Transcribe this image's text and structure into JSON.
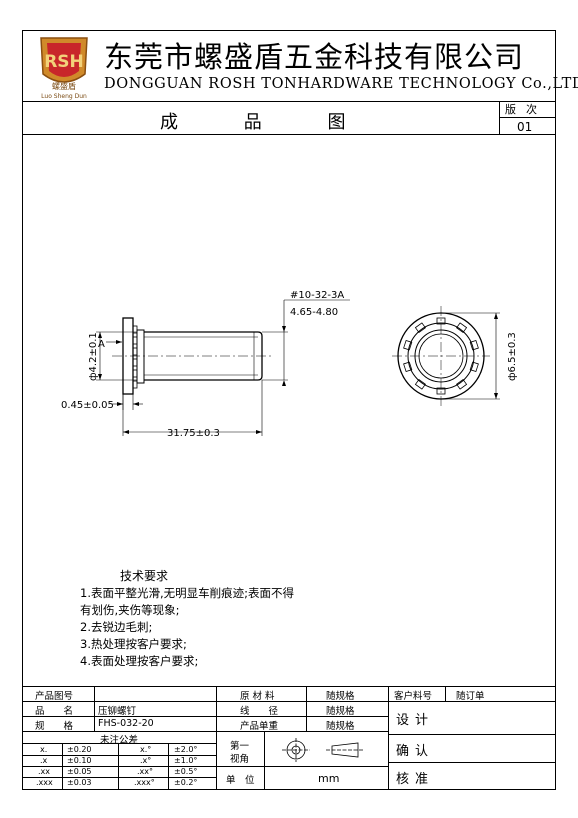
{
  "header": {
    "logo_text": "RSH",
    "logo_caption": "螺盛盾",
    "logo_subcaption": "Luo Sheng Dun",
    "company_cn": "东莞市螺盛盾五金科技有限公司",
    "company_en": "DONGGUAN ROSH TONHARDWARE TECHNOLOGY Co.,LTD",
    "section_title": "成 品 图",
    "version_label": "版次",
    "version_value": "01"
  },
  "drawing": {
    "thread_spec": "#10-32-3A",
    "thread_length": "4.65-4.80",
    "shank_dia": "ф4.2±0.1",
    "datum": "A",
    "head_thickness": "0.45±0.05",
    "total_length": "31.75±0.3",
    "head_dia": "ф6.5±0.3"
  },
  "requirements": {
    "title": "技术要求",
    "line1": "1.表面平整光滑,无明显车削痕迹;表面不得",
    "line2": "有划伤,夹伤等现象;",
    "line3": "2.去锐边毛刺;",
    "line4": "3.热处理按客户要求;",
    "line5": "4.表面处理按客户要求;"
  },
  "title_block": {
    "product_code_label": "产品图号",
    "name_label": "品　　名",
    "name_value": "压铆螺钉",
    "spec_label": "规　　格",
    "spec_value": "FHS-032-20",
    "material_label": "原 材 料",
    "material_value": "随规格",
    "wire_label": "线　　径",
    "wire_value": "随规格",
    "weight_label": "产品单重",
    "weight_value": "随规格",
    "customer_no_label": "客户料号",
    "customer_no_value": "随订单",
    "design_label": "设计",
    "confirm_label": "确认",
    "approve_label": "核准",
    "tolerance_title": "未注公差",
    "tolerances": [
      [
        "x.",
        "±0.20",
        "x.°",
        "±2.0°"
      ],
      [
        ".x",
        "±0.10",
        ".x°",
        "±1.0°"
      ],
      [
        ".xx",
        "±0.05",
        ".xx°",
        "±0.5°"
      ],
      [
        ".xxx",
        "±0.03",
        ".xxx°",
        "±0.2°"
      ]
    ],
    "projection_label_1": "第一",
    "projection_label_2": "视角",
    "unit_label": "单　位",
    "unit_value": "mm"
  }
}
